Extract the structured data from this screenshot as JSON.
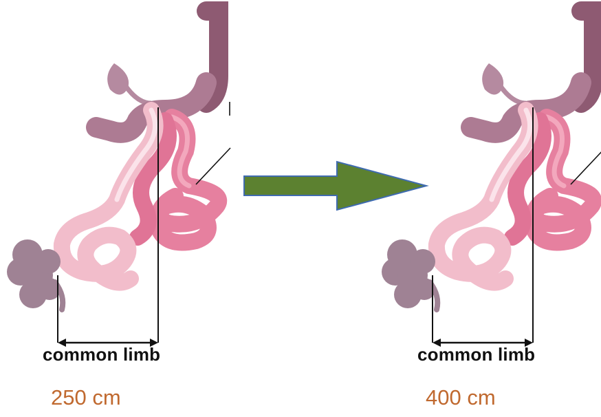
{
  "diagram": {
    "panels": [
      {
        "limb_label": "common limb",
        "length_label": "250 cm"
      },
      {
        "limb_label": "common limb",
        "length_label": "400 cm"
      }
    ]
  },
  "colors": {
    "arrow_fill": "#5c8130",
    "arrow_stroke": "#3f6bb0",
    "length_text": "#c0692f",
    "stomach": "#b07c95",
    "light_limb": "#f4c4d0",
    "pink_limb": "#e87a9b",
    "colon": "#9c7e90"
  }
}
